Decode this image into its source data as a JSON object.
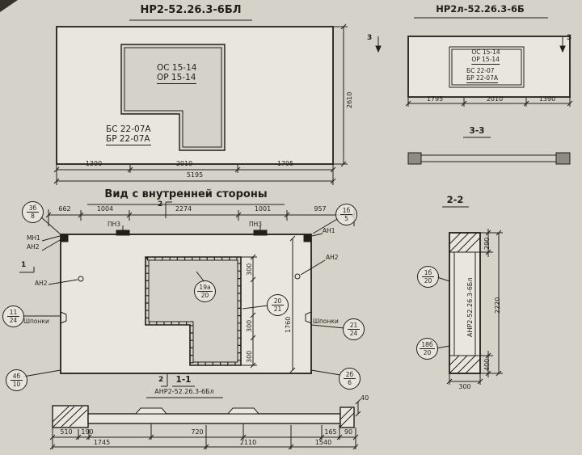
{
  "colors": {
    "paper": "#d5d2ca",
    "ink": "#221f1a",
    "panel": "#e9e6df"
  },
  "plan_left": {
    "title": "НР2-52.26.3-6БЛ",
    "mark_os": "ОС 15-14",
    "mark_or": "ОР 15-14",
    "mark_bs": "БС 22-07А",
    "mark_br": "БР 22-07А",
    "dim_a": "1390",
    "dim_b": "2010",
    "dim_c": "1795",
    "dim_total": "5195",
    "dim_height": "2610"
  },
  "plan_right": {
    "title": "НР2л-52.26.3-6Б",
    "mark_os": "ОС 15-14",
    "mark_or": "ОР 15-14",
    "mark_bs": "БС 22-07",
    "mark_br": "БР 22-07А",
    "dim_a": "1795",
    "dim_b": "2010",
    "dim_c": "1390",
    "cut_label": "3",
    "section_title": "3-3"
  },
  "inner_view": {
    "title": "Вид с внутренней стороны",
    "dims_top": [
      "662",
      "1004",
      "2274",
      "1001",
      "957"
    ],
    "cut2": "2",
    "cut1": "1",
    "label_pn3": "ПН3",
    "label_mn1": "МН1",
    "label_an2": "АН2",
    "label_an1": "АН1",
    "label_keys": "Шпонки",
    "dim_300": "300",
    "dim_height": "1760",
    "callouts": {
      "tl": {
        "t": "3б",
        "b": "8"
      },
      "tr": {
        "t": "1б",
        "b": "5"
      },
      "mid": {
        "t": "19а",
        "b": "20"
      },
      "right": {
        "t": "20",
        "b": "21"
      },
      "left": {
        "t": "11",
        "b": "24"
      },
      "redge": {
        "t": "21",
        "b": "24"
      },
      "bl": {
        "t": "4б",
        "b": "10"
      },
      "br": {
        "t": "2б",
        "b": "6"
      }
    }
  },
  "section_1_1": {
    "title": "1-1",
    "subtitle": "АНР2-52.26.3-6Бл",
    "dim_40": "40",
    "row1": [
      "510",
      "190",
      "720",
      "165",
      "90"
    ],
    "row2": [
      "1745",
      "2110",
      "1540"
    ]
  },
  "section_2_2": {
    "title": "2-2",
    "side_label": "АНР2-52.26.3-6Бл",
    "dim_290": "290",
    "dim_2220": "2220",
    "dim_400": "400",
    "dim_300": "300",
    "callouts": {
      "top": {
        "t": "1б",
        "b": "20"
      },
      "bot": {
        "t": "18б",
        "b": "20"
      }
    }
  }
}
